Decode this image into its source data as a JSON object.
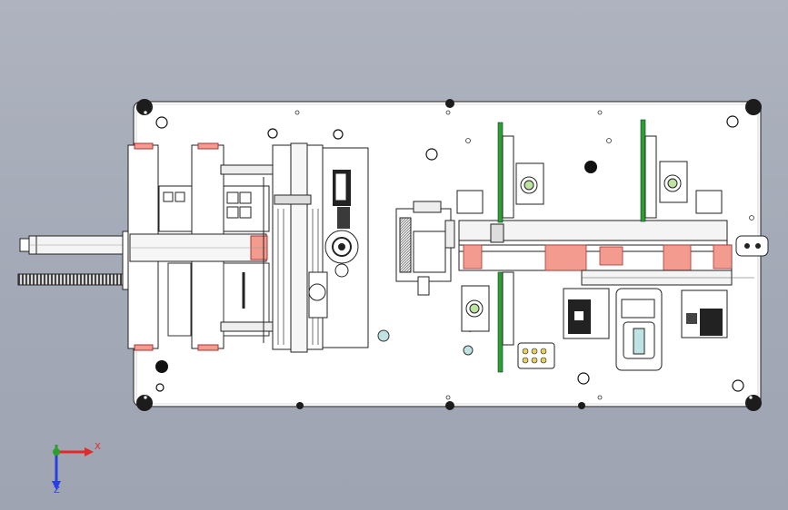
{
  "viewport": {
    "model_view": "cad-assembly-top-view",
    "background_color": "#a8adba"
  },
  "triad": {
    "x_label": "X",
    "z_label": "Z",
    "x_color": "#e02a2a",
    "y_color": "#2ca02c",
    "z_color": "#2a3fe0"
  }
}
